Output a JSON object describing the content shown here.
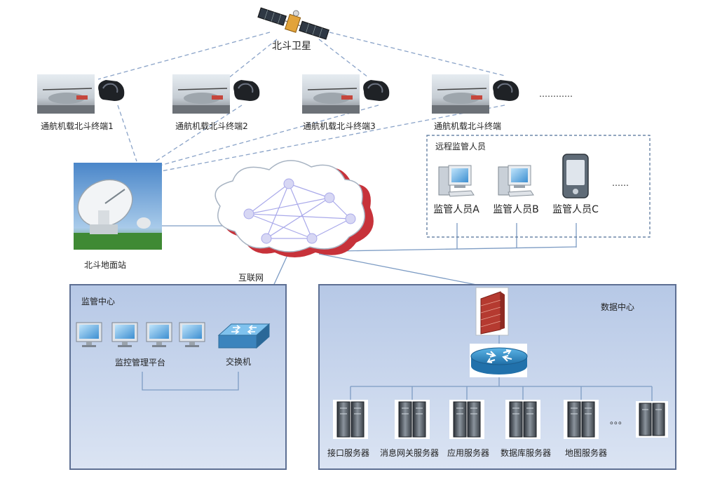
{
  "satellite": {
    "label": "北斗卫星"
  },
  "terminals": [
    {
      "label": "通航机载北斗终端1"
    },
    {
      "label": "通航机载北斗终端2"
    },
    {
      "label": "通航机载北斗终端3"
    },
    {
      "label": "通航机载北斗终端"
    }
  ],
  "terminal_more": "…………",
  "ground_station": {
    "label": "北斗地面站"
  },
  "internet": {
    "label": "互联网"
  },
  "remote": {
    "title": "远程监管人员",
    "persons": [
      {
        "label": "监管人员A"
      },
      {
        "label": "监管人员B"
      },
      {
        "label": "监管人员C"
      }
    ],
    "more": "……"
  },
  "supervision": {
    "title": "监管中心",
    "platform_label": "监控管理平台",
    "switch_label": "交换机"
  },
  "datacenter": {
    "title": "数据中心",
    "servers": [
      {
        "label": "接口服务器"
      },
      {
        "label": "消息网关服务器"
      },
      {
        "label": "应用服务器"
      },
      {
        "label": "数据库服务器"
      },
      {
        "label": "地图服务器"
      }
    ],
    "more": "。。。"
  },
  "colors": {
    "link_dashed": "#8aa3c8",
    "link_solid": "#7d9cc4",
    "panel_fill": "#c5d3ec",
    "panel_border": "#5d6f93",
    "cloud_shadow": "#c7323a"
  }
}
